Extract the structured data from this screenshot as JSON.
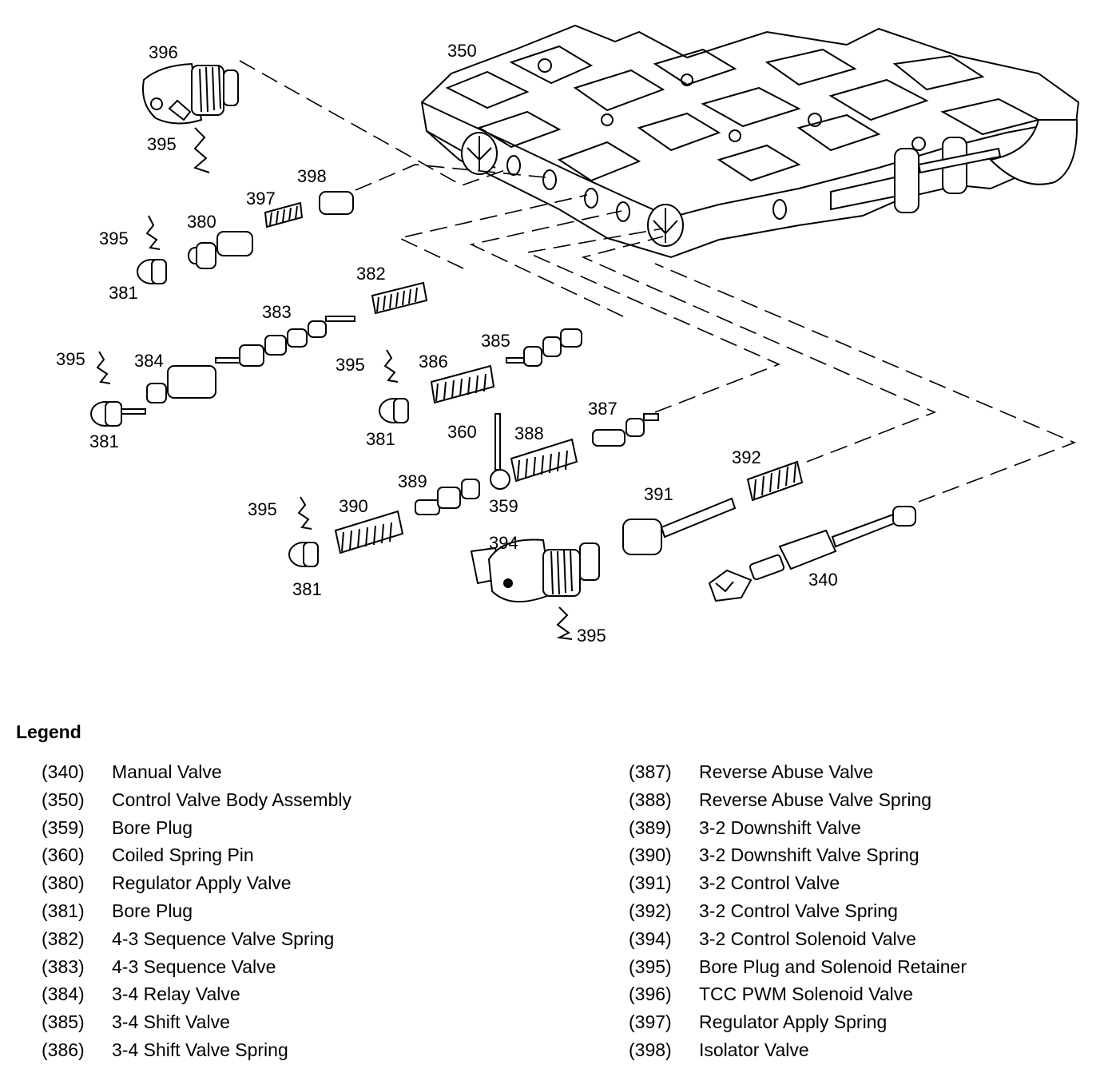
{
  "callouts": {
    "c396": "396",
    "c395a": "395",
    "c398": "398",
    "c397": "397",
    "c380": "380",
    "c395b": "395",
    "c381a": "381",
    "c350": "350",
    "c382": "382",
    "c383": "383",
    "c395c": "395",
    "c384": "384",
    "c381b": "381",
    "c395d": "395",
    "c386": "386",
    "c385": "385",
    "c381c": "381",
    "c360": "360",
    "c388": "388",
    "c387": "387",
    "c389": "389",
    "c359": "359",
    "c395e": "395",
    "c390": "390",
    "c381d": "381",
    "c394": "394",
    "c395f": "395",
    "c391": "391",
    "c392": "392",
    "c340": "340"
  },
  "legend": {
    "title": "Legend",
    "left": [
      {
        "code": "(340)",
        "name": "Manual Valve"
      },
      {
        "code": "(350)",
        "name": "Control Valve Body Assembly"
      },
      {
        "code": "(359)",
        "name": "Bore Plug"
      },
      {
        "code": "(360)",
        "name": "Coiled Spring Pin"
      },
      {
        "code": "(380)",
        "name": "Regulator Apply Valve"
      },
      {
        "code": "(381)",
        "name": "Bore Plug"
      },
      {
        "code": "(382)",
        "name": "4-3 Sequence Valve Spring"
      },
      {
        "code": "(383)",
        "name": "4-3 Sequence Valve"
      },
      {
        "code": "(384)",
        "name": "3-4 Relay Valve"
      },
      {
        "code": "(385)",
        "name": "3-4 Shift Valve"
      },
      {
        "code": "(386)",
        "name": "3-4 Shift Valve Spring"
      }
    ],
    "right": [
      {
        "code": "(387)",
        "name": "Reverse Abuse Valve"
      },
      {
        "code": "(388)",
        "name": "Reverse Abuse Valve Spring"
      },
      {
        "code": "(389)",
        "name": "3-2 Downshift Valve"
      },
      {
        "code": "(390)",
        "name": "3-2 Downshift Valve Spring"
      },
      {
        "code": "(391)",
        "name": "3-2 Control Valve"
      },
      {
        "code": "(392)",
        "name": "3-2 Control Valve Spring"
      },
      {
        "code": "(394)",
        "name": "3-2 Control Solenoid Valve"
      },
      {
        "code": "(395)",
        "name": "Bore Plug and Solenoid Retainer"
      },
      {
        "code": "(396)",
        "name": "TCC PWM Solenoid Valve"
      },
      {
        "code": "(397)",
        "name": "Regulator Apply Spring"
      },
      {
        "code": "(398)",
        "name": "Isolator Valve"
      }
    ]
  }
}
